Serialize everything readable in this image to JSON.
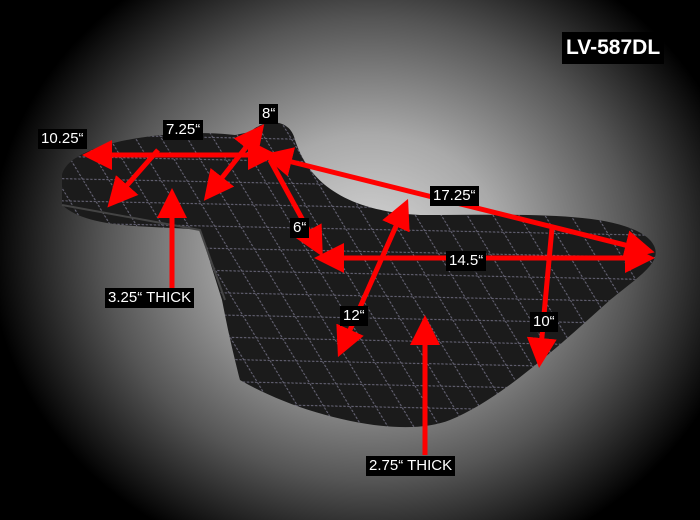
{
  "model": "LV-587DL",
  "dimensions": {
    "rear_length": "10.25“",
    "rear_width": "7.25“",
    "backrest_width": "8“",
    "overall_length": "17.25“",
    "backrest_height": "6“",
    "front_width": "14.5“",
    "rear_thickness": "3.25“ THICK",
    "front_diag": "12“",
    "front_side": "10“",
    "front_thickness": "2.75“ THICK"
  },
  "colors": {
    "arrow": "#ff0000",
    "seat": "#1a1a1a",
    "stitch": "#b8b4d8"
  }
}
